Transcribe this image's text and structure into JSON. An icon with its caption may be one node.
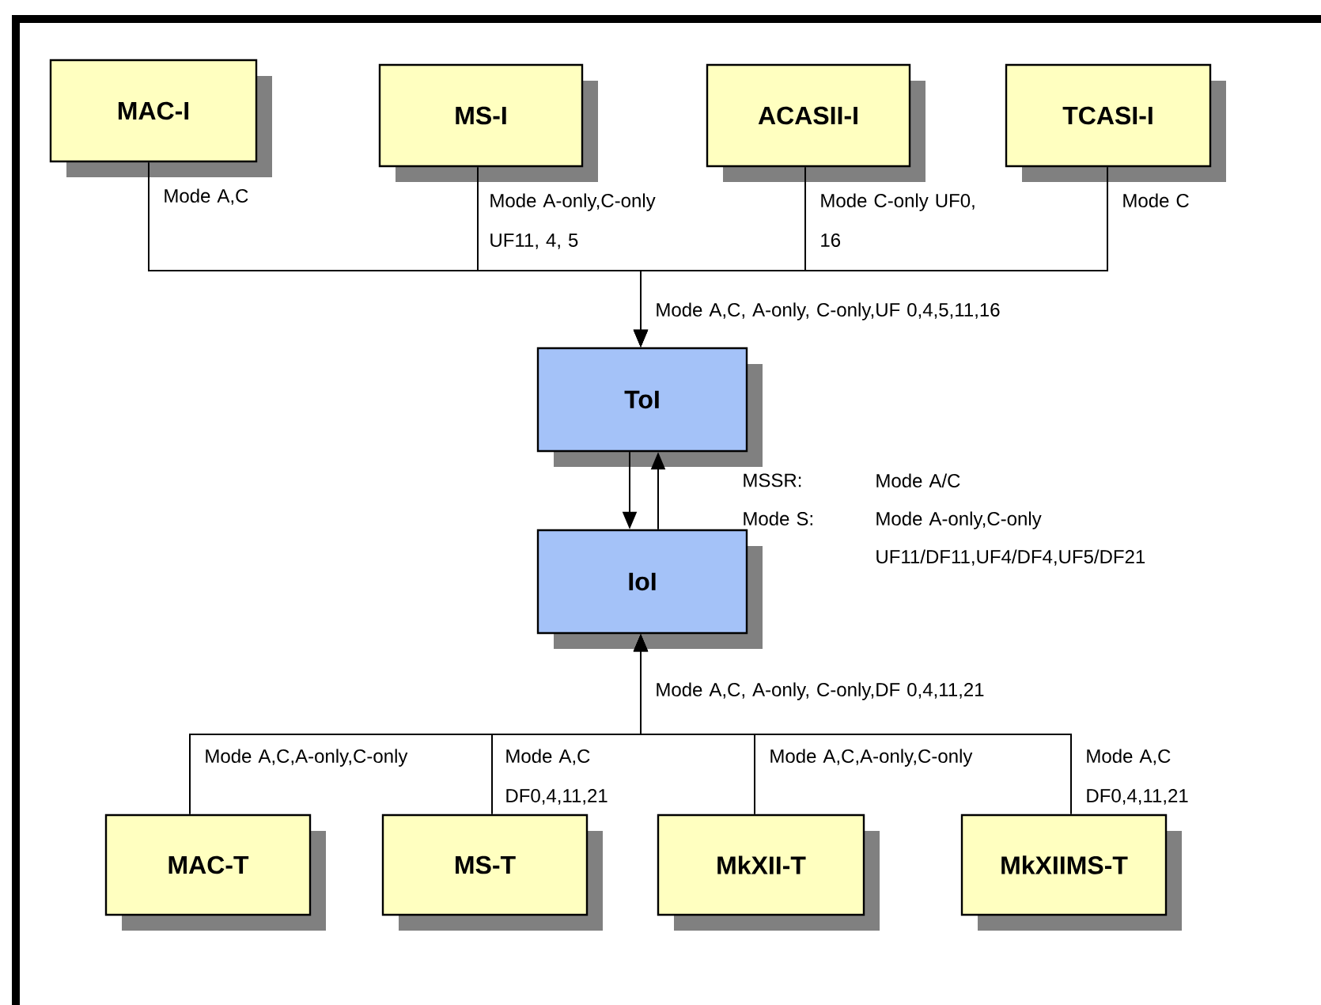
{
  "diagram": {
    "nodes": [
      {
        "text": [
          "MAC-I"
        ]
      },
      {
        "text": [
          "MS-I"
        ]
      },
      {
        "text": [
          "ACASII-I"
        ]
      },
      {
        "text": [
          "TCASI-I"
        ]
      },
      {
        "text": [
          "ToI"
        ]
      },
      {
        "text": [
          "IoI"
        ]
      },
      {
        "text": [
          "MAC-T"
        ]
      },
      {
        "text": [
          "MS-T"
        ]
      },
      {
        "text": [
          "MkXII-T"
        ]
      },
      {
        "text": [
          "MkXIIMS-T"
        ]
      }
    ],
    "edges": [
      {
        "from": 0,
        "to": 4,
        "arrow": "to",
        "label": "Mode A,C"
      },
      {
        "from": 1,
        "to": 4,
        "arrow": "to",
        "label": "Mode A-only,C-only UF11, 4, 5"
      },
      {
        "from": 2,
        "to": 4,
        "arrow": "to",
        "label": "Mode C-only UF0, 16"
      },
      {
        "from": 3,
        "to": 4,
        "arrow": "to",
        "label": "Mode C"
      },
      {
        "from": 4,
        "to": 5,
        "arrow": "to"
      },
      {
        "from": 5,
        "to": 4,
        "arrow": "to"
      },
      {
        "from": 6,
        "to": 5,
        "arrow": "to",
        "label": "Mode A,C,A-only,C-only"
      },
      {
        "from": 7,
        "to": 5,
        "arrow": "to",
        "label": "Mode A,C DF0,4,11,21"
      },
      {
        "from": 8,
        "to": 5,
        "arrow": "to",
        "label": "Mode A,C,A-only,C-only"
      },
      {
        "from": 9,
        "to": 5,
        "arrow": "to",
        "label": "Mode A,C DF0,4,11,21"
      }
    ],
    "labels": [
      "Mode A,C, A-only, C-only,UF 0,4,5,11,16",
      "MSSR:",
      "Mode A/C",
      "Mode S:",
      "Mode A-only,C-only UF11/DF11,UF4/DF4,UF5/DF21",
      "Mode A,C, A-only, C-only,DF 0,4,11,21"
    ]
  }
}
